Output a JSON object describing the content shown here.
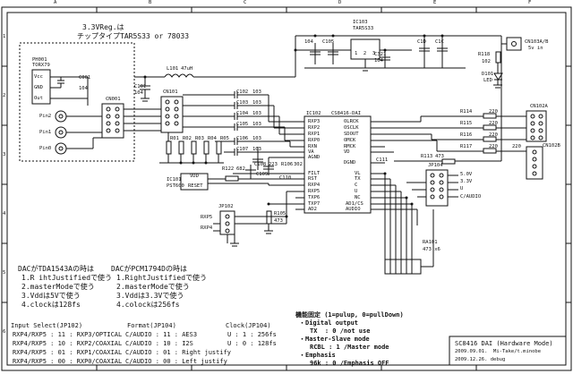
{
  "border": {
    "cols_top": [
      "A",
      "B",
      "C",
      "D",
      "E",
      "F"
    ],
    "rows_side": [
      "1",
      "2",
      "3",
      "4",
      "5",
      "6"
    ]
  },
  "regulator_note": {
    "line1": "3.3VReg.は",
    "line2": "チップタイプTAR5S33 or 78033"
  },
  "components": {
    "ph001_ref": "PH001",
    "ph001_part": "TORX79",
    "vcc": "Vcc",
    "gnd": "GND",
    "out": "Out",
    "c001": "C001",
    "c001_val": "104",
    "cn001": "CN001",
    "pin2": "Pin2",
    "pin1": "Pin1",
    "pin0": "Pin0",
    "l101": "L101",
    "l101_val": "47uH",
    "c101": "C101",
    "c101_val": "104",
    "cn101": "CN101",
    "r01": "R01",
    "r02": "R02",
    "r03": "R03",
    "r04": "R04",
    "r05": "R05",
    "ic103": "IC103",
    "ic103_part": "TAR5S33",
    "ic103_pins": "1  2  3",
    "c104": "104",
    "c105": "C105",
    "c321": "C321",
    "c321_val": "104",
    "c102": "C102",
    "c102_val": "103",
    "c103": "C103",
    "c103_val": "103",
    "c104b": "C104",
    "c104b_val": "103",
    "c105b": "C105",
    "c105b_val": "103",
    "c106": "C106",
    "c106_val": "103",
    "c107": "C107",
    "c107_val": "103",
    "ic102": "IC102",
    "ic102_part": "CS8416-DAI",
    "pins_left": [
      "RXP3",
      "RXP2",
      "RXP1",
      "RXP0",
      "RXN",
      "VA",
      "AGND"
    ],
    "pins_right": [
      "OLRCK",
      "OSCLK",
      "SDOUT",
      "OMCK",
      "RMCK",
      "VD",
      "DGND"
    ],
    "pins_bottom_left": [
      "FILT",
      "RST",
      "RXP4",
      "RXP5",
      "TXP6",
      "TXP7",
      "AD2"
    ],
    "pins_bottom_right": [
      "VL",
      "TX",
      "C",
      "U",
      "NC",
      "AD1/CS",
      "AUDIO"
    ],
    "c108": "C108",
    "c108_val": "223",
    "r106": "R106",
    "r106_val": "302",
    "r122": "R122",
    "r122_val": "682",
    "c109": "C109",
    "c110": "C110",
    "c111": "C111",
    "ic101": "IC101",
    "ic101_part": "PST600",
    "vdd": "VDD",
    "reset": "RESET",
    "jp102": "JP102",
    "rxp5": "RXP5",
    "rxp4": "RXP4",
    "r105": "R105",
    "r105_val": "473",
    "r114": "R114",
    "r115": "R115",
    "r116": "R116",
    "r117": "R117",
    "r114_val": "220",
    "r115_val": "220",
    "r116_val": "220",
    "r117_val": "220",
    "r117b_val": "220",
    "r113": "R113",
    "r113_val": "473",
    "cn102a": "CN102A",
    "cn102b": "CN102B",
    "jp104": "JP104",
    "v50": "5.0V",
    "v33": "3.3V",
    "u": "U",
    "c_audio": "C/AUDIO",
    "ra101": "RA101",
    "ra101_val": "473 x6",
    "cn103ab": "CN103A/B",
    "cn103_val": "5v in",
    "r118": "R118",
    "r118_val": "102",
    "d101": "D101",
    "d101_val": "LED",
    "c1d": "C1D",
    "c1c": "C1C"
  },
  "notes_left": {
    "title": "DACがTDA1543Aの時は",
    "items": [
      "1.R ihtJustifiedで使う",
      "2.masterModeで使う",
      "3.Vddは5Vで使う",
      "4.clockは128fs"
    ]
  },
  "notes_right": {
    "title": "DACがPCM1794Dの時は",
    "items": [
      "1.RightJustifiedで使う",
      "2.masterModeで使う",
      "3.Vddは3.3Vで使う",
      "4.colockは256fs"
    ]
  },
  "input_select": {
    "title": "Input Select(JP102)",
    "rows": [
      "RXP4/RXP5 : 11 : RXP3/OPTICAL",
      "RXP4/RXP5 : 10 : RXP2/COAXIAL",
      "RXP4/RXP5 : 01 : RXP1/COAXIAL",
      "RXP4/RXP5 : 00 : RXP0/COAXIAL"
    ]
  },
  "format": {
    "title": "Format(JP104)",
    "rows": [
      "C/AUDIO : 11 : AES3",
      "C/AUDIO : 10 : I2S",
      "C/AUDIO : 01 : Right justify",
      "C/AUDIO : 00 : Left justify"
    ]
  },
  "clock": {
    "title": "Clock(JP104)",
    "rows": [
      "U : 1 : 256fs",
      "U : 0 : 128fs"
    ]
  },
  "fixed_settings": {
    "title": "機能固定 (1=pulup, 0=pullDown)",
    "rows": [
      "・Digital output",
      "TX  : 0 /not use",
      "・Master-Slave mode",
      "RCBL : 1 /Master mode",
      "・Emphasis",
      "96k : 0 /Emphasis OFF"
    ]
  },
  "title_block": {
    "line1": "SC8416 DAI (Hardware Mode)",
    "line2": "2009.09.01.  Mi-Take/t.minobe",
    "line3": "2009.12.26. debug"
  }
}
